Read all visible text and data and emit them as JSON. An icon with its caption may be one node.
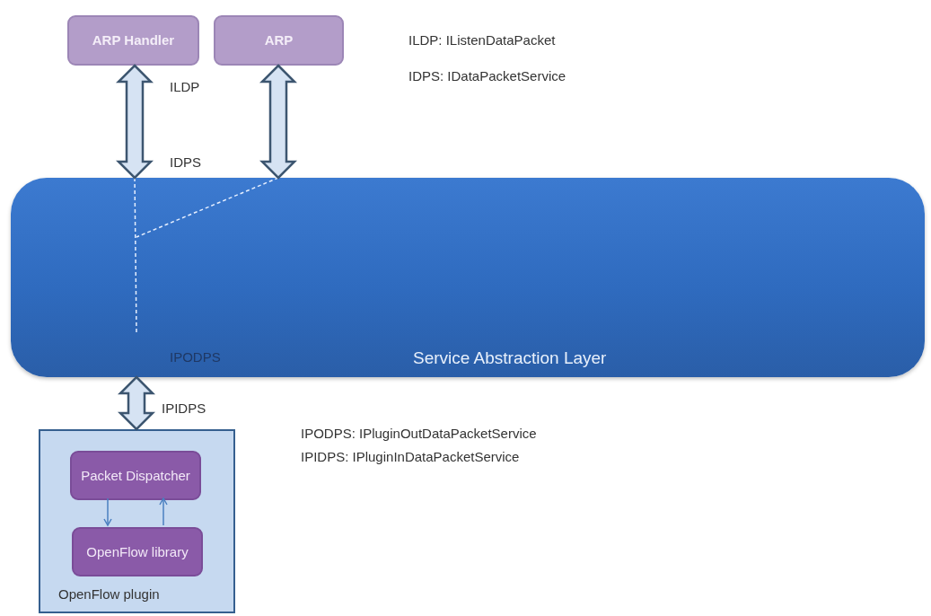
{
  "diagram": {
    "nodes": [
      {
        "text": [
          "ARP Handler"
        ]
      },
      {
        "text": [
          "ARP"
        ]
      },
      {
        "text": [
          "Service Abstraction Layer"
        ]
      },
      {
        "text": [
          "OpenFlow plugin"
        ]
      },
      {
        "text": [
          "Packet Dispatcher"
        ],
        "in": 3
      },
      {
        "text": [
          "OpenFlow library"
        ],
        "in": 3
      }
    ],
    "edges": [
      {
        "from": 0,
        "to": 2,
        "arrow": "both",
        "style": "thick"
      },
      {
        "from": 1,
        "to": 2,
        "arrow": "both",
        "style": "thick"
      },
      {
        "from": 2,
        "to": 3,
        "arrow": "both",
        "style": "thick"
      },
      {
        "from": 4,
        "to": 5,
        "arrow": "to"
      },
      {
        "from": 5,
        "to": 4,
        "arrow": "to"
      }
    ],
    "labels": [
      "ILDP: IListenDataPacket",
      "IDPS: IDataPacketService",
      "ILDP",
      "IDPS",
      "IPODPS",
      "IPIDPS",
      "IPODPS: IPluginOutDataPacketService",
      "IPIDPS: IPluginInDataPacketService"
    ]
  }
}
